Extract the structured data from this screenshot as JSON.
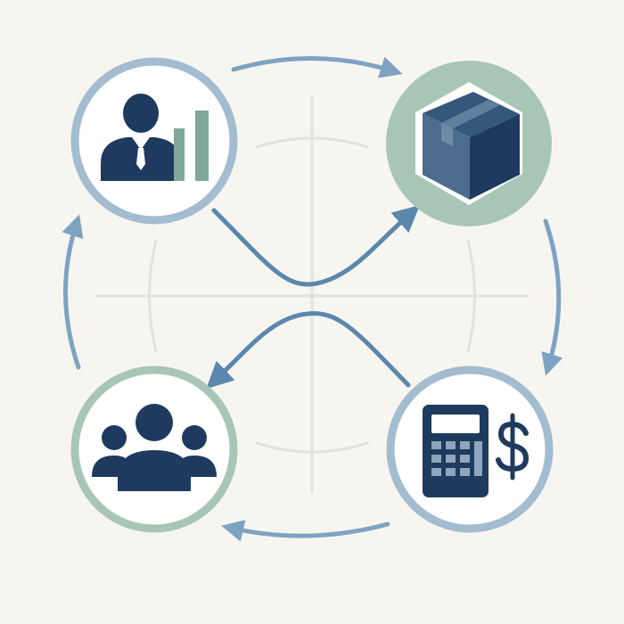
{
  "colors": {
    "background": "#f7f5f0",
    "ring_blue": "#a3bccf",
    "ring_green": "#a8c6b6",
    "arrow": "#5b87ad",
    "icon_navy": "#1e3a5f",
    "box_front": "#4b6c8c",
    "box_side": "#1e3a5f",
    "box_top": "#34587a",
    "bar_green": "#7fa898",
    "background_cross": "#e2e1dc"
  },
  "nodes": [
    {
      "id": "executive-sales",
      "icons": [
        "businessman-icon",
        "bar-chart-icon"
      ],
      "ring": "ring_blue"
    },
    {
      "id": "product",
      "icons": [
        "package-box-icon"
      ],
      "ring": "ring_green"
    },
    {
      "id": "finance",
      "icons": [
        "calculator-icon",
        "dollar-sign-icon"
      ],
      "ring": "ring_blue"
    },
    {
      "id": "customers",
      "icons": [
        "people-group-icon"
      ],
      "ring": "ring_green"
    }
  ],
  "connections": [
    {
      "from": "executive-sales",
      "to": "product",
      "style": "outer-curve"
    },
    {
      "from": "executive-sales",
      "to": "product",
      "style": "inner-wave"
    },
    {
      "from": "product",
      "to": "finance",
      "style": "outer-curve"
    },
    {
      "from": "finance",
      "to": "customers",
      "style": "outer-curve"
    },
    {
      "from": "finance",
      "to": "customers",
      "style": "inner-wave"
    },
    {
      "from": "customers",
      "to": "executive-sales",
      "style": "outer-curve"
    }
  ]
}
